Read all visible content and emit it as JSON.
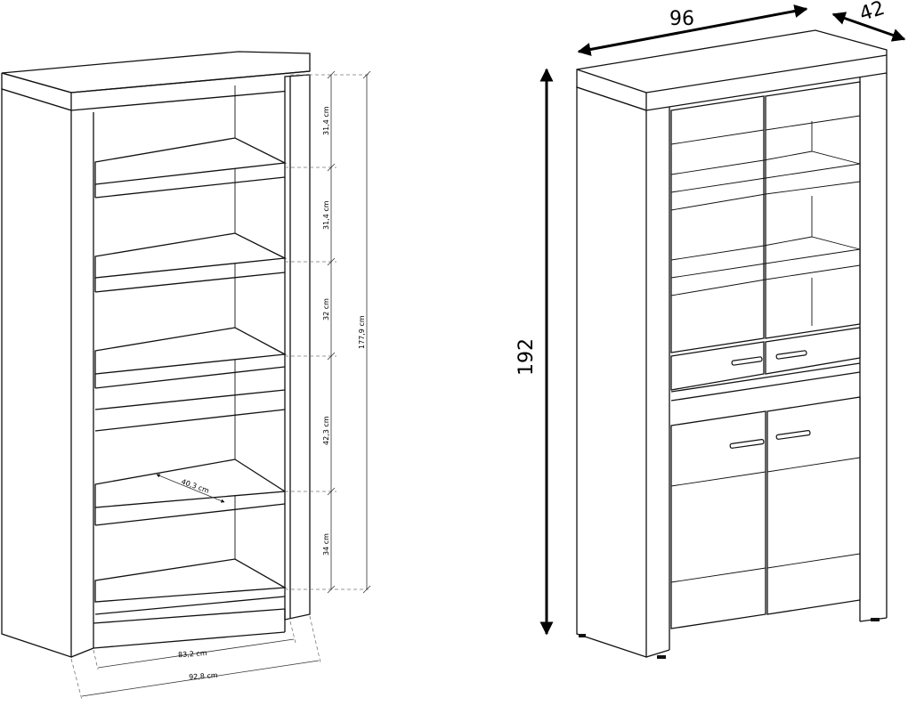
{
  "left_view": {
    "shelf_heights": [
      "31,4 cm",
      "31,4 cm",
      "32 cm",
      "42,3 cm",
      "34 cm"
    ],
    "interior_height": "177,9 cm",
    "shelf_depth": "40,3 cm",
    "interior_width": "83,2 cm",
    "outer_width": "92,8 cm"
  },
  "right_view": {
    "width": "96",
    "depth": "42",
    "height": "192"
  }
}
